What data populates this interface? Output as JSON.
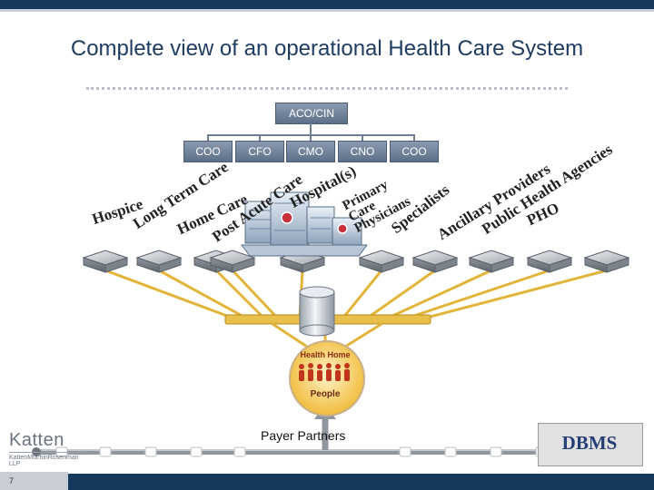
{
  "title": "Complete view of an operational Health Care System",
  "org": {
    "root": "ACO/CIN",
    "children": [
      "COO",
      "CFO",
      "CMO",
      "CNO",
      "COO"
    ]
  },
  "segments": [
    "Hospice",
    "Long Term Care",
    "Home Care",
    "Post Acute Care",
    "Hospital(s)",
    "Primary Care Physicians",
    "Specialists",
    "Ancillary Providers",
    "Public Health Agencies",
    "PHO"
  ],
  "center": {
    "ring_text": "Health Home",
    "label": "People"
  },
  "payer": "Payer Partners",
  "footer": {
    "logo": "Katten",
    "logo_sub": "KattenMuchinRosenman LLP",
    "page_number": "7",
    "partner_logo": "DBMS"
  },
  "colors": {
    "navy": "#17385b",
    "gold": "#e2b53a",
    "gray": "#a7adb3"
  }
}
